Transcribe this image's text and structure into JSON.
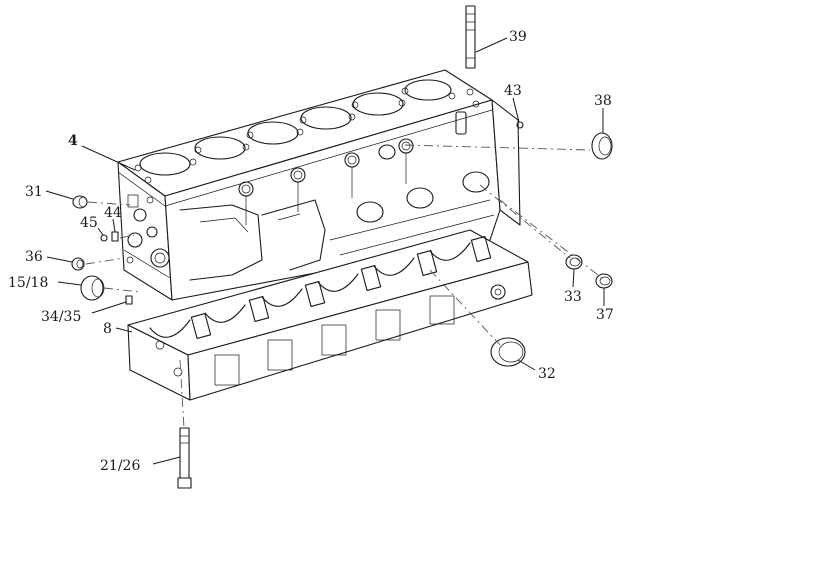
{
  "callouts": {
    "c39": "39",
    "c43": "43",
    "c38": "38",
    "c4": "4",
    "c31": "31",
    "c45": "45",
    "c44": "44",
    "c36": "36",
    "c15_18": "15/18",
    "c34_35": "34/35",
    "c8": "8",
    "c33": "33",
    "c37": "37",
    "c32": "32",
    "c21_26": "21/26"
  }
}
